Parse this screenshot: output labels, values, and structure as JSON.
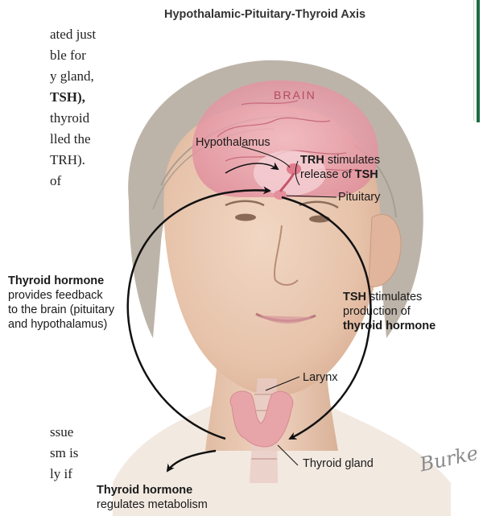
{
  "figure_title": "Hypothalamic-Pituitary-Thyroid Axis",
  "brain_label": "BRAIN",
  "left_text": {
    "lines": [
      "ated just",
      "ble for",
      "y gland,",
      "TSH),",
      "thyroid",
      "lled the",
      "TRH).",
      "of"
    ],
    "bottom_lines": [
      "ssue",
      "sm is",
      "ly if"
    ]
  },
  "labels": {
    "hypothalamus": "Hypothalamus",
    "trh_bold": "TRH",
    "trh_rest": " stimulates",
    "trh_line2_pre": "release of ",
    "trh_line2_bold": "TSH",
    "pituitary": "Pituitary",
    "feedback_bold": "Thyroid hormone",
    "feedback_lines": [
      "provides feedback",
      "to the brain (pituitary",
      "and hypothalamus)"
    ],
    "tsh_bold": "TSH",
    "tsh_rest": " stimulates",
    "tsh_line2": "production of",
    "tsh_line3_bold": "thyroid hormone",
    "larynx": "Larynx",
    "thyroid_gland": "Thyroid gland",
    "metabolism_bold": "Thyroid hormone",
    "metabolism_line2": "regulates metabolism"
  },
  "signature": "Burke",
  "colors": {
    "skin": "#e9c9b2",
    "hair": "#b9b1a6",
    "brain": "#e9a0ad",
    "thyroid": "#e8a5a9",
    "arrow": "#111111",
    "accent_rule": "#1f6b43"
  }
}
